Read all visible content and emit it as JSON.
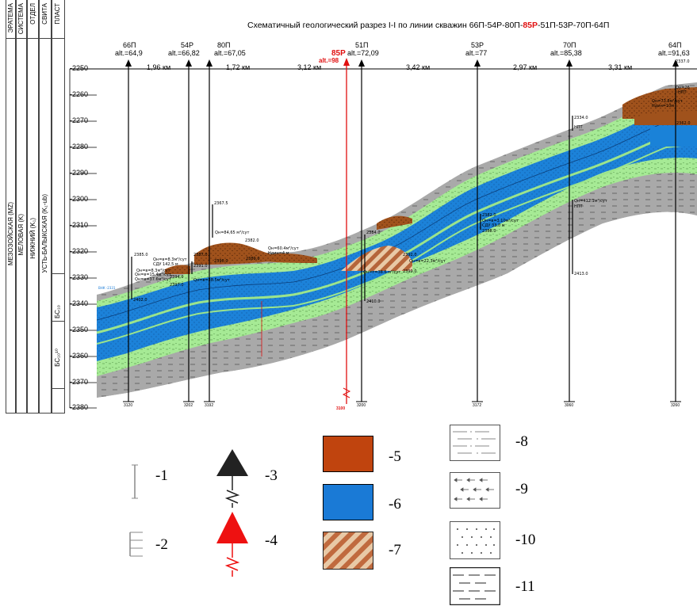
{
  "title": {
    "prefix": "Схематичный геологический разрез I-I по линии скважин 66П-54Р-80П-",
    "highlight": "85Р",
    "suffix": "-51П-53Р-70П-64П"
  },
  "stratigraphy": {
    "headers": [
      "ЭРАТЕМА",
      "СИСТЕМА",
      "ОТДЕЛ",
      "СВИТА",
      "ПЛАСТ"
    ],
    "eratema": "МЕЗОЗОЙСКАЯ (MZ)",
    "sistema": "МЕЛОВАЯ (K)",
    "otdel": "НИЖНИЙ (K₁)",
    "svita": "УСТЬ-БАЛЫКСКАЯ (K₁-ub)",
    "plast_upper": "БС₁₀",
    "plast_lower": "БС₁₀¹⁰"
  },
  "wells": [
    {
      "name": "66П",
      "alt": "alt.=64,9",
      "bottom": "3120"
    },
    {
      "name": "54Р",
      "alt": "alt.=66,82",
      "bottom": "3202"
    },
    {
      "name": "80П",
      "alt": "alt.=67,05",
      "bottom": "3192"
    },
    {
      "name": "85Р",
      "alt": "alt.=98",
      "bottom": "3100",
      "highlight": true
    },
    {
      "name": "51П",
      "alt": "alt.=72,09",
      "bottom": "3200"
    },
    {
      "name": "53Р",
      "alt": "alt.=77",
      "bottom": "3172"
    },
    {
      "name": "70П",
      "alt": "alt.=85,38",
      "bottom": "3060"
    },
    {
      "name": "64П",
      "alt": "alt.=91,63",
      "bottom": "3260"
    }
  ],
  "distances": [
    "1,96 км",
    "1,72 км",
    "3,12 км",
    "3,42 км",
    "2,97 км",
    "3,31 км"
  ],
  "depth_ticks": [
    "-2250",
    "-2260",
    "-2270",
    "-2280",
    "-2290",
    "-2300",
    "-2310",
    "-2320",
    "-2330",
    "-2340",
    "-2350",
    "-2360",
    "-2370",
    "-2380"
  ],
  "annotations": {
    "a66_top": "2385.0",
    "a66_q1": "Qн=в=8.3м³/сут",
    "a66_q2": "Qн=в=15.4м³/сут",
    "a66_q3": "Qн=в=37.6м³/сут",
    "a66_bot": "2402.0",
    "a66_owc": "ВНК -2331",
    "a54_q": "Qн=в=8.3м³/сут",
    "a54_sdu": "СДУ 142,5 м",
    "a54_d1": "2387.0",
    "a54_d2": "2391.0",
    "a54_d3": "2394.0",
    "a54_d4": "2397.0",
    "a54_q2": "Qн=в=38.5м³/сут",
    "a80_top": "2367.5",
    "a80_q": "Qн=84,65 м³/сут",
    "a80_d": "2382.0",
    "a80_d2": "2389.0",
    "a80_d3": "2390.0",
    "a80_q2": "Qн=60.4м³/сут",
    "a80_q3": "Hдин=4 м",
    "a51_top": "2384.0",
    "a51_q": "Qн=в=22.3м³/сут",
    "a51_q2": "Qн=т=38.6 м³/сут",
    "a51_d1": "2392.0",
    "a51_d2": "2399.0",
    "a51_d3": "2410.0",
    "a53_top": "2382.0",
    "a53_q": "Qн=в=3.10м³/сут",
    "a53_sdu": "СДУ 33.0 м",
    "a53_d": "2388.0",
    "a70_top": "2334.0",
    "a70_npt": "НПТ",
    "a70_q": "Qн=412.1м³/сут",
    "a70_npt2": "НПТ",
    "a70_bot": "2413.0",
    "a64_q": "Qн=26",
    "a64_npt": "НПТ",
    "a64_q2": "Qн=73.8м³/сут",
    "a64_h": "Hдин=10м",
    "a64_top": "2337.0",
    "a64_d": "2362.0"
  },
  "legend": [
    {
      "num": "-1",
      "icon": "single-tick-icon"
    },
    {
      "num": "-2",
      "icon": "comb-tick-icon"
    },
    {
      "num": "-3",
      "icon": "black-well-icon"
    },
    {
      "num": "-4",
      "icon": "red-well-icon"
    },
    {
      "num": "-5",
      "color": "#c0440e"
    },
    {
      "num": "-6",
      "color": "#1a7ad6"
    },
    {
      "num": "-7",
      "pattern": "hatched"
    },
    {
      "num": "-8",
      "pattern": "dash-dot"
    },
    {
      "num": "-9",
      "pattern": "arrows"
    },
    {
      "num": "-10",
      "pattern": "dots"
    },
    {
      "num": "-11",
      "pattern": "dashes"
    }
  ],
  "colors": {
    "clay": "#a8a8a8",
    "sand_green": "#9be48c",
    "oil": "#a0521c",
    "water": "#1a82d8",
    "red": "#e01010"
  }
}
